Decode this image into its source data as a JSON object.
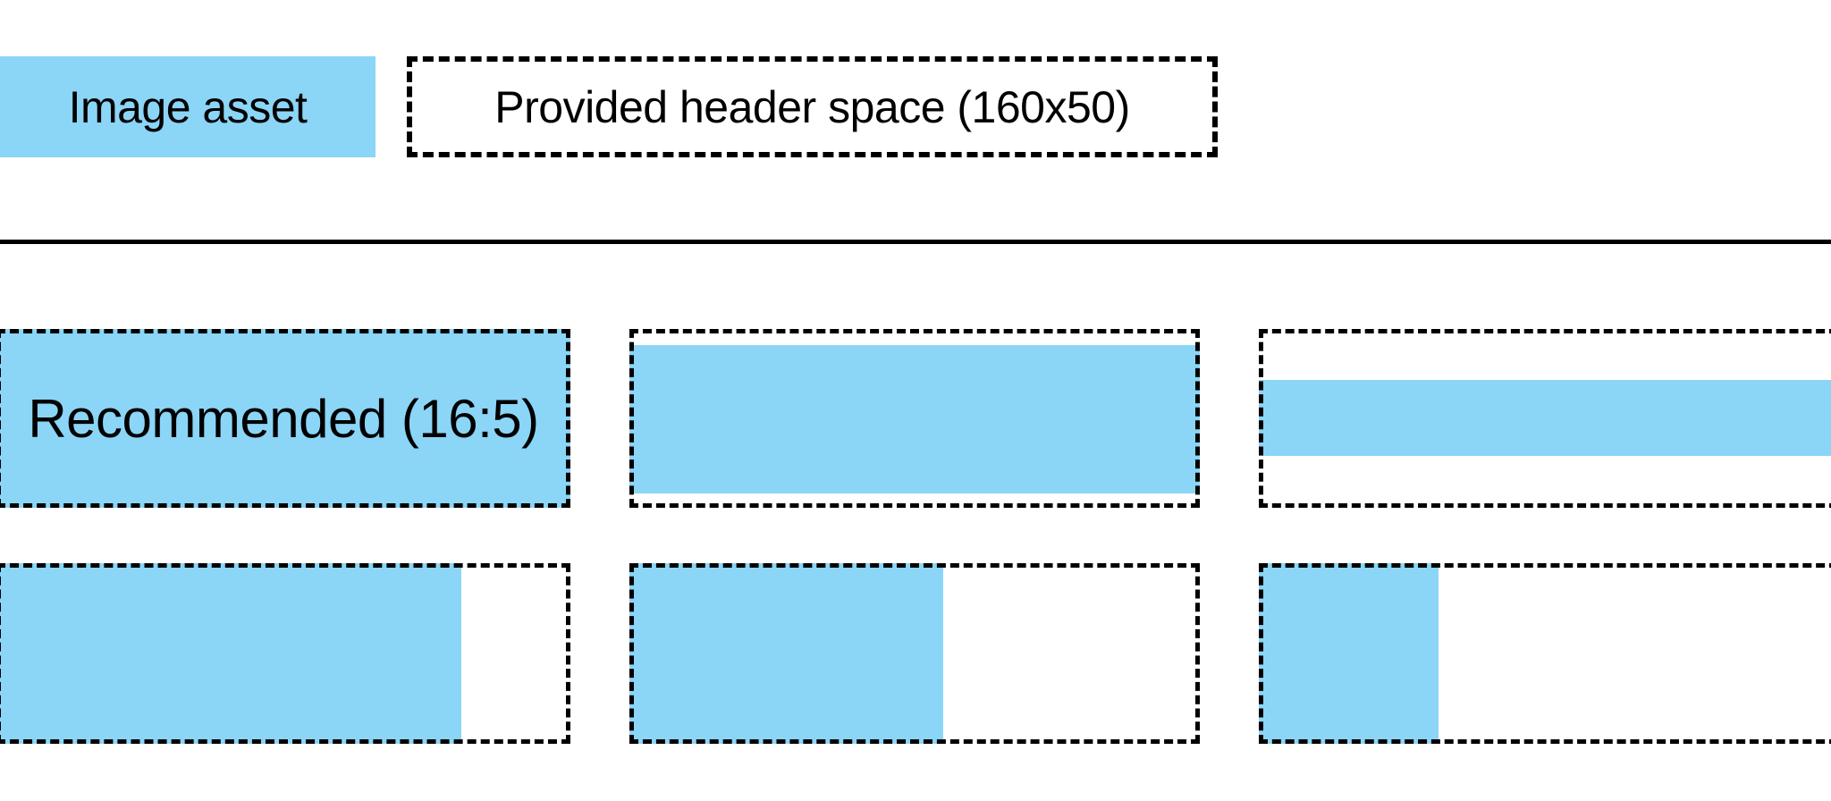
{
  "legend": {
    "image_asset_label": "Image asset",
    "header_space_label": "Provided header space (160x50)"
  },
  "colors": {
    "asset_fill": "#8BD5F7",
    "outline": "#000000",
    "background": "#FFFFFF",
    "text": "#000000"
  },
  "header_space": {
    "width": 160,
    "height": 50
  },
  "recommended_ratio": "16:5",
  "examples": [
    {
      "name": "recommended-full-bleed",
      "label": "Recommended (16:5)",
      "description": "asset fills entire header space",
      "fill": {
        "left_pct": 0,
        "top_pct": 0,
        "width_pct": 100,
        "height_pct": 100
      }
    },
    {
      "name": "full-width-shorter",
      "label": "",
      "description": "asset full width, slightly shorter than space, vertically centered",
      "fill": {
        "left_pct": 0,
        "top_pct": 9,
        "width_pct": 100,
        "height_pct": 83
      }
    },
    {
      "name": "full-width-thin-strip",
      "label": "",
      "description": "asset full width, thin strip, vertically centered",
      "fill": {
        "left_pct": 0,
        "top_pct": 28.5,
        "width_pct": 100,
        "height_pct": 42.5
      }
    },
    {
      "name": "full-height-narrow-80",
      "label": "",
      "description": "asset full height, about 81% width, left aligned",
      "fill": {
        "left_pct": 0,
        "top_pct": 0,
        "width_pct": 81,
        "height_pct": 100
      }
    },
    {
      "name": "full-height-narrow-55",
      "label": "",
      "description": "asset full height, about 55% width, left aligned",
      "fill": {
        "left_pct": 0,
        "top_pct": 0,
        "width_pct": 55,
        "height_pct": 100
      }
    },
    {
      "name": "full-height-narrow-31",
      "label": "",
      "description": "asset full height, about 31% width, left aligned",
      "fill": {
        "left_pct": 0,
        "top_pct": 0,
        "width_pct": 31,
        "height_pct": 100
      }
    }
  ]
}
